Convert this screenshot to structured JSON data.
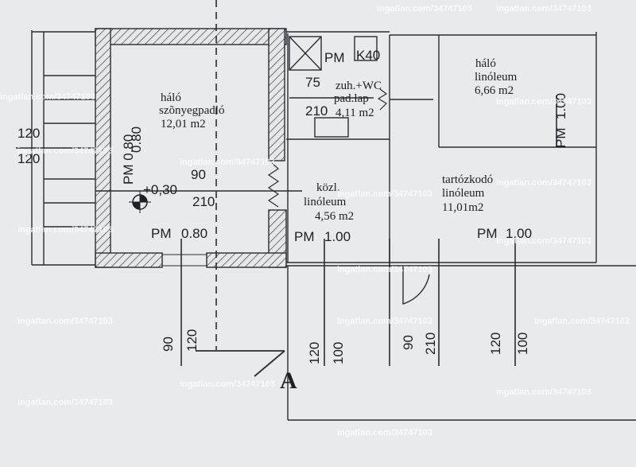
{
  "rooms": {
    "halo1": {
      "line1": "háló",
      "line2": "szõnyegpadló",
      "line3": "12,01 m2"
    },
    "zuh": {
      "line1": "zuh.+WC",
      "line2": "pad.lap",
      "line3": "4,11 m2"
    },
    "halo2": {
      "line1": "háló",
      "line2": "linóleum",
      "line3": "6,66 m2"
    },
    "kozl": {
      "line1": "közl.",
      "line2": "linóleum",
      "line3": "4,56 m2"
    },
    "tartozkodo": {
      "line1": "tartózkodó",
      "line2": "linóleum",
      "line3": "11,01m2"
    }
  },
  "marks": {
    "pm_top": "PM",
    "k40": "K40",
    "n75": "75",
    "n210_wc": "210",
    "pm080_left": "PM 0.80",
    "pm080_top": "0.80",
    "n90_mid": "90",
    "n210_mid": "210",
    "elev": "+0,30",
    "pm_bottom_left": "PM",
    "n080_bottom": "0.80",
    "pm_kozl": "PM",
    "n100_kozl": "1.00",
    "pm_tart": "PM",
    "n100_tart": "1.00",
    "pm_halo2": "PM",
    "n100_halo2": "1.00",
    "left_120a": "120",
    "left_120b": "120",
    "b_90a": "90",
    "b_120a": "120",
    "b_120b": "120",
    "b_100a": "100",
    "b_90b": "90",
    "b_210": "210",
    "b_120c": "120",
    "b_100b": "100",
    "section": "A"
  },
  "watermark": "ingatlan.com/34747103"
}
